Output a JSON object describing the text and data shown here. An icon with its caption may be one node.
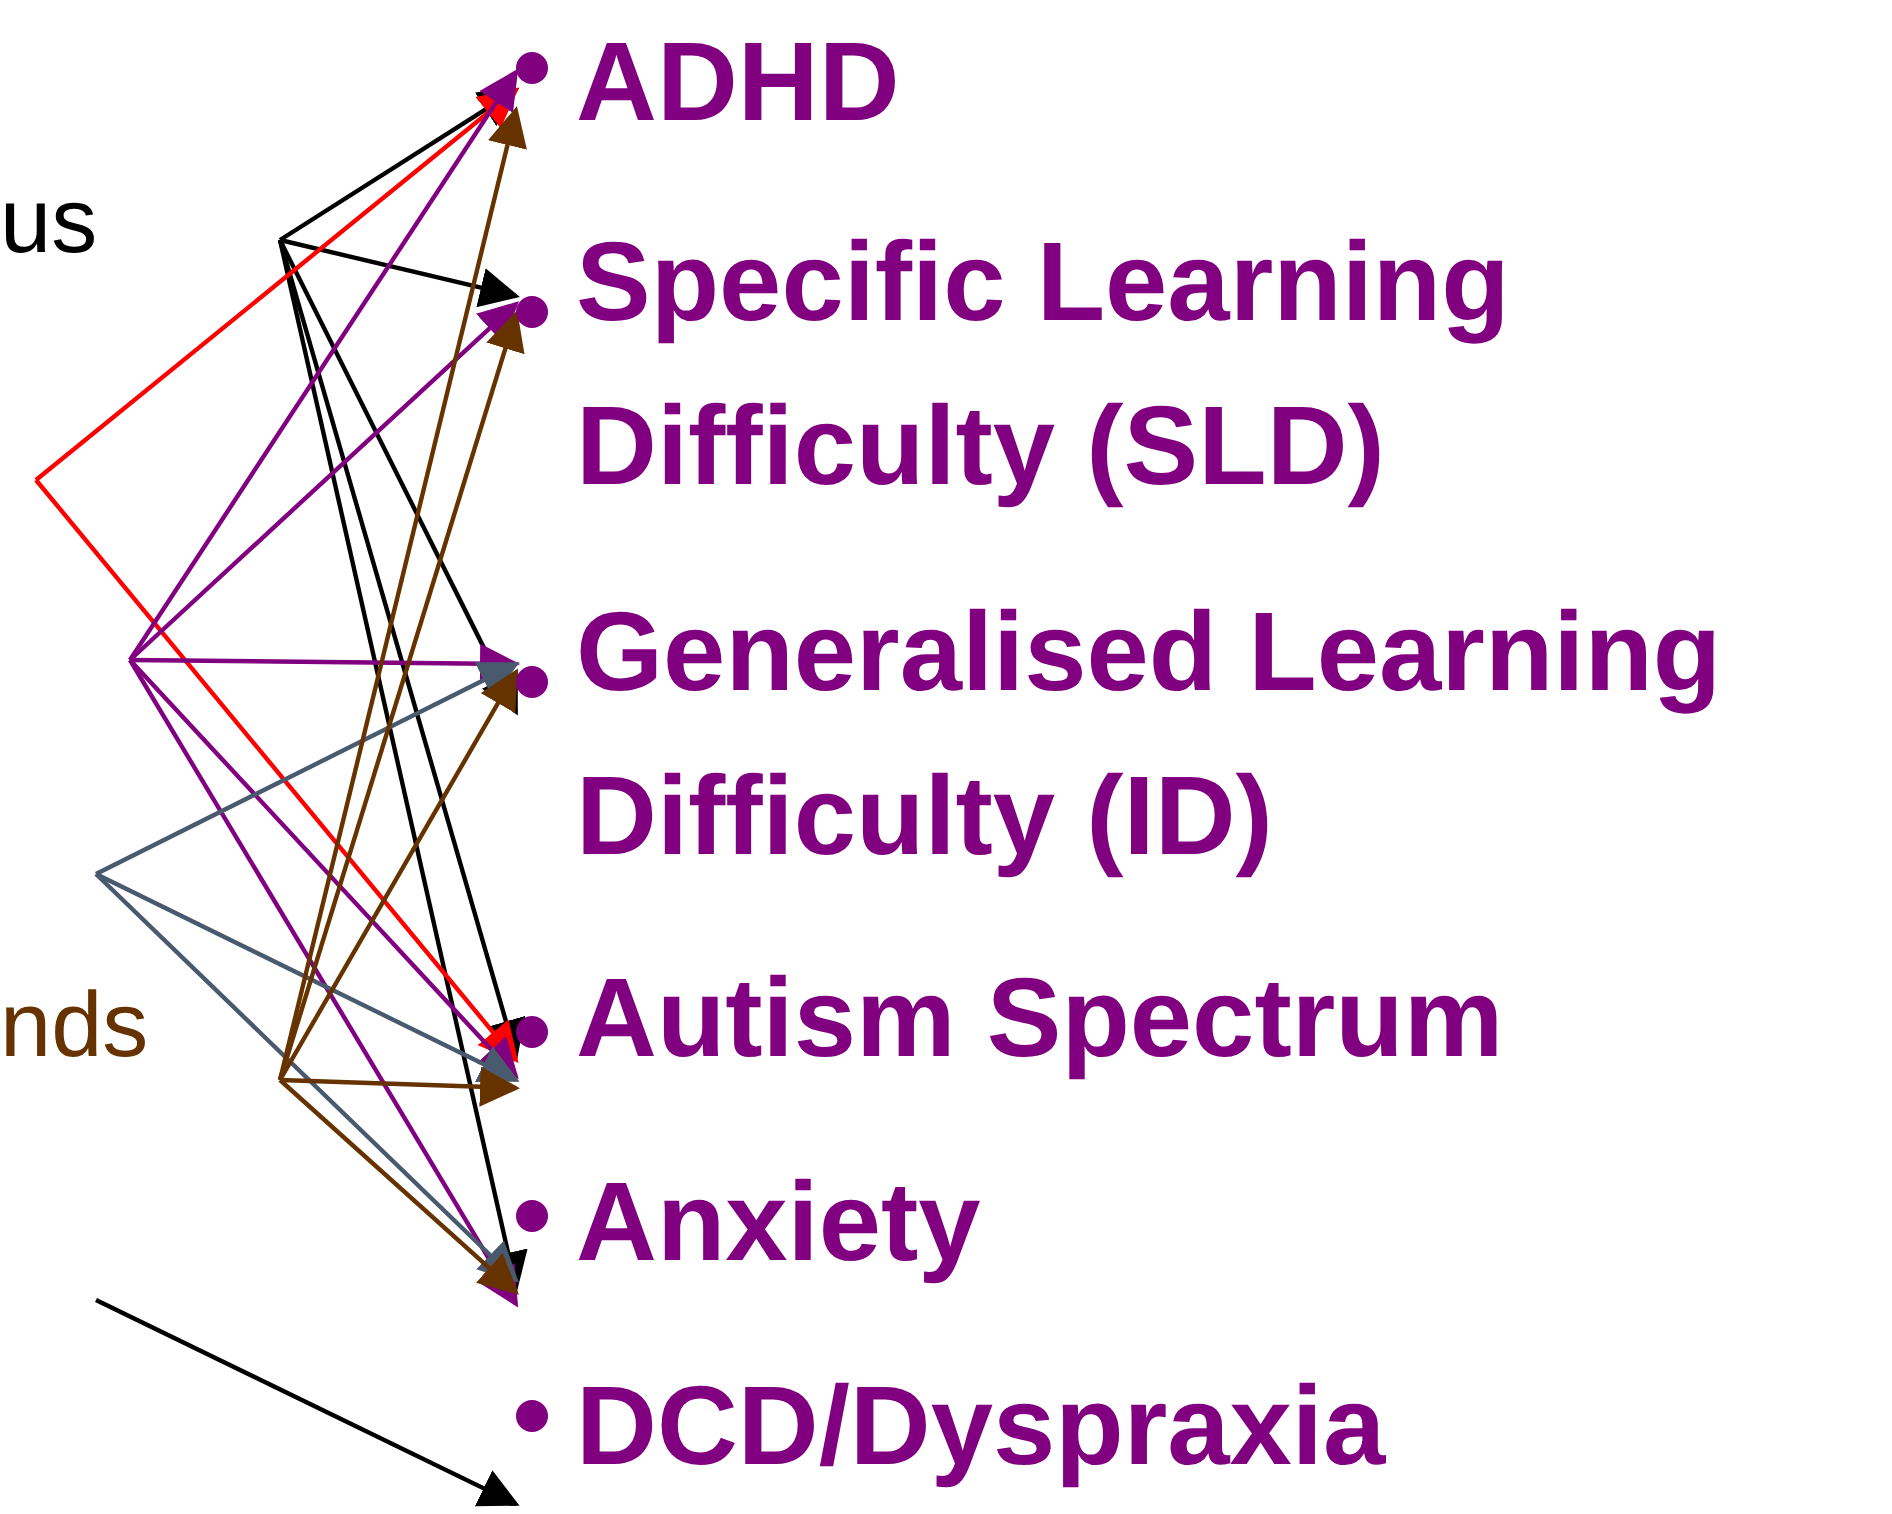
{
  "diagram": {
    "nodes": [
      {
        "text": [
          "ADHD"
        ]
      },
      {
        "text": [
          "Specific Learning Difficulty (SLD)"
        ]
      },
      {
        "text": [
          "Generalised Learning Difficulty (ID)"
        ]
      },
      {
        "text": [
          "Autism Spectrum"
        ]
      },
      {
        "text": [
          "Anxiety"
        ]
      },
      {
        "text": [
          "DCD/Dyspraxia"
        ]
      }
    ],
    "edges": [
      {
        "from": null,
        "to": 0,
        "arrow": "to"
      },
      {
        "from": null,
        "to": 1,
        "arrow": "to"
      },
      {
        "from": null,
        "to": 2,
        "arrow": "to"
      },
      {
        "from": null,
        "to": 3,
        "arrow": "to"
      },
      {
        "from": null,
        "to": 4,
        "arrow": "to"
      },
      {
        "from": null,
        "to": 0,
        "arrow": "to",
        "color": "#ff0000"
      },
      {
        "from": null,
        "to": 3,
        "arrow": "to",
        "color": "#ff0000"
      },
      {
        "from": null,
        "to": 0,
        "arrow": "to",
        "color": "#800080"
      },
      {
        "from": null,
        "to": 1,
        "arrow": "to",
        "color": "#800080"
      },
      {
        "from": null,
        "to": 2,
        "arrow": "to",
        "color": "#800080"
      },
      {
        "from": null,
        "to": 3,
        "arrow": "to",
        "color": "#800080"
      },
      {
        "from": null,
        "to": 4,
        "arrow": "to",
        "color": "#800080"
      },
      {
        "from": null,
        "to": 2,
        "arrow": "to",
        "color": "#4a5a6e"
      },
      {
        "from": null,
        "to": 3,
        "arrow": "to",
        "color": "#4a5a6e"
      },
      {
        "from": null,
        "to": 4,
        "arrow": "to",
        "color": "#4a5a6e"
      },
      {
        "from": null,
        "to": 0,
        "arrow": "to",
        "color": "#663300"
      },
      {
        "from": null,
        "to": 1,
        "arrow": "to",
        "color": "#663300"
      },
      {
        "from": null,
        "to": 2,
        "arrow": "to",
        "color": "#663300"
      },
      {
        "from": null,
        "to": 3,
        "arrow": "to",
        "color": "#663300"
      },
      {
        "from": null,
        "to": 4,
        "arrow": "to",
        "color": "#663300"
      },
      {
        "from": null,
        "to": 5,
        "arrow": "to"
      }
    ],
    "labels": [
      "us",
      "nds"
    ]
  }
}
